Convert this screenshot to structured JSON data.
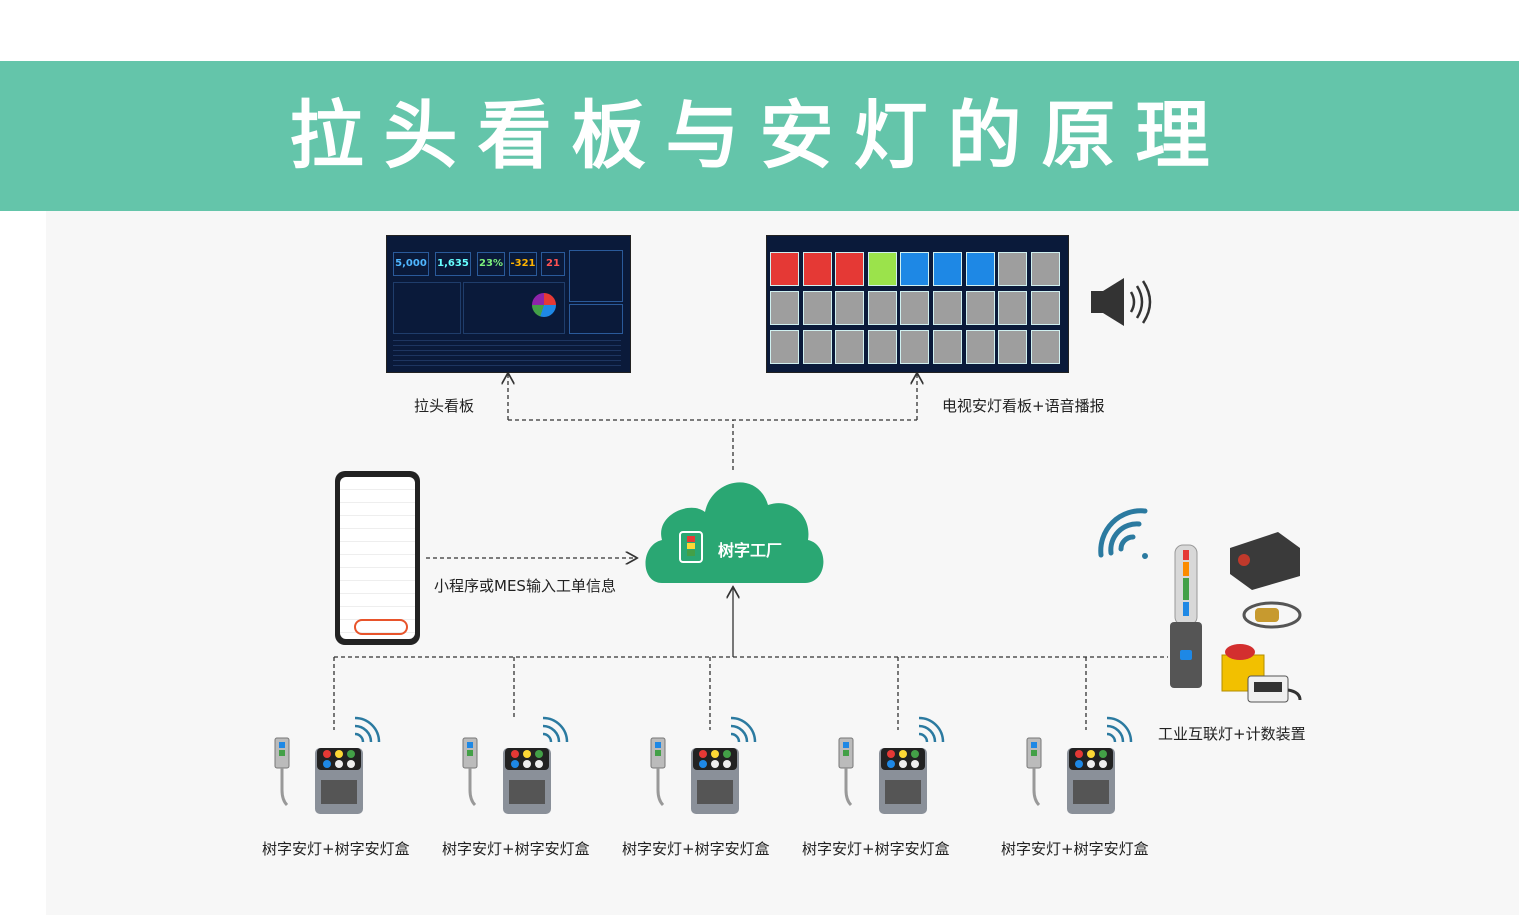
{
  "header": {
    "title": "拉头看板与安灯的原理"
  },
  "nodes": {
    "pull_board": "拉头看板",
    "tv_board": "电视安灯看板+语音播报",
    "input": "小程序或MES输入工单信息",
    "cloud_logo": "树字工厂",
    "industrial": "工业互联灯+计数装置",
    "devices": [
      "树字安灯+树字安灯盒",
      "树字安灯+树字安灯盒",
      "树字安灯+树字安灯盒",
      "树字安灯+树字安灯盒",
      "树字安灯+树字安灯盒"
    ]
  },
  "dashboard": {
    "kpis": [
      "5,000",
      "1,635",
      "23%",
      "-321",
      "21"
    ]
  },
  "colors": {
    "banner": "#64c5aa",
    "cloud": "#2aa773",
    "panel": "#f7f7f7"
  }
}
